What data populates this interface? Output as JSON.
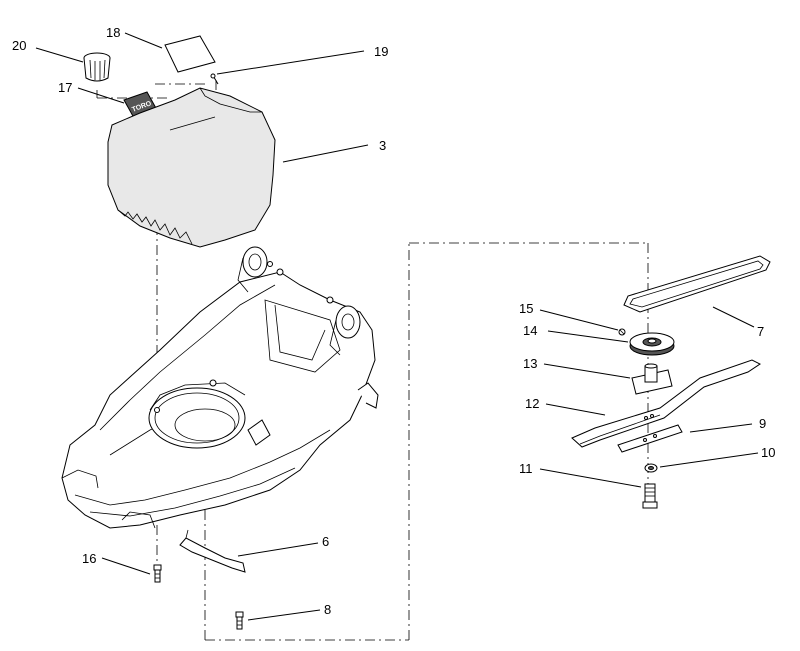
{
  "diagram": {
    "callouts": [
      {
        "id": "c20",
        "number": "20"
      },
      {
        "id": "c18",
        "number": "18"
      },
      {
        "id": "c19",
        "number": "19"
      },
      {
        "id": "c17",
        "number": "17"
      },
      {
        "id": "c3",
        "number": "3"
      },
      {
        "id": "c15",
        "number": "15"
      },
      {
        "id": "c14",
        "number": "14"
      },
      {
        "id": "c7",
        "number": "7"
      },
      {
        "id": "c13",
        "number": "13"
      },
      {
        "id": "c12",
        "number": "12"
      },
      {
        "id": "c9",
        "number": "9"
      },
      {
        "id": "c10",
        "number": "10"
      },
      {
        "id": "c11",
        "number": "11"
      },
      {
        "id": "c6",
        "number": "6"
      },
      {
        "id": "c16",
        "number": "16"
      },
      {
        "id": "c8",
        "number": "8"
      }
    ],
    "decal_text": "TORO"
  }
}
